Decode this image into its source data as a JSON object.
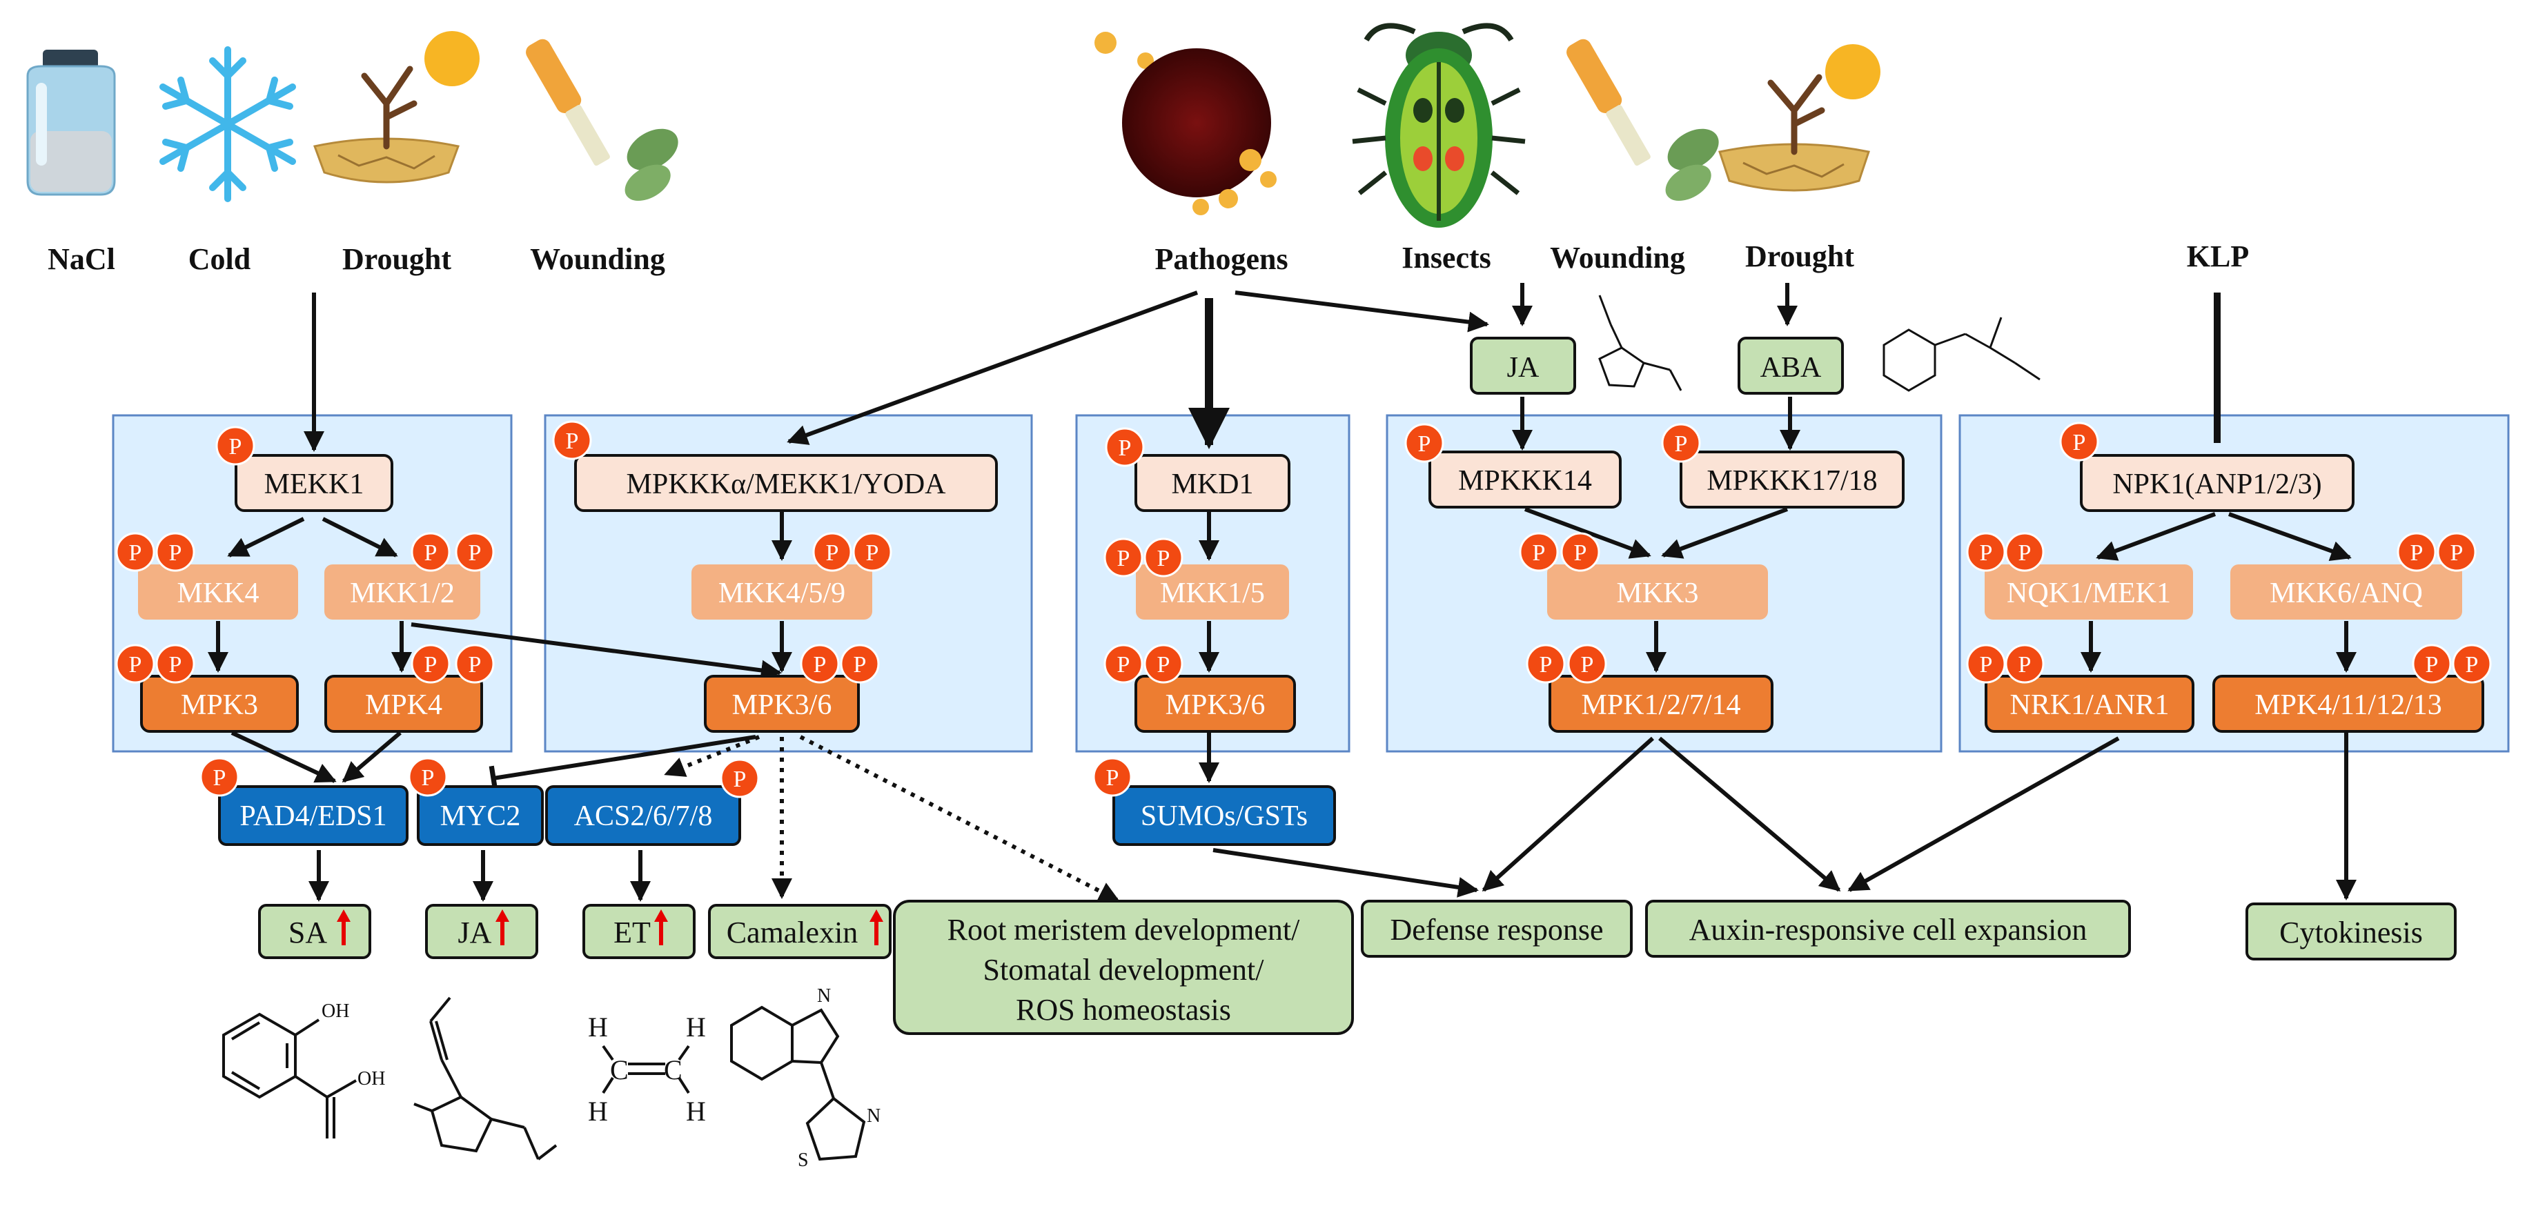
{
  "stimuli": {
    "nacl": "NaCl",
    "cold": "Cold",
    "drought_left": "Drought",
    "wounding_left": "Wounding",
    "pathogens": "Pathogens",
    "insects": "Insects",
    "wounding_right": "Wounding",
    "drought_right": "Drought",
    "klp": "KLP"
  },
  "phospho_label": "P",
  "hormones": {
    "ja": "JA",
    "aba": "ABA"
  },
  "kinases": {
    "mekk1": "MEKK1",
    "mkk4": "MKK4",
    "mkk1_2": "MKK1/2",
    "mpk3": "MPK3",
    "mpk4": "MPK4",
    "mpkkk_alpha": "MPKKKα/MEKK1/YODA",
    "mkk4_5_9": "MKK4/5/9",
    "mpk3_6_a": "MPK3/6",
    "mkd1": "MKD1",
    "mkk1_5": "MKK1/5",
    "mpk3_6_b": "MPK3/6",
    "mpkkk14": "MPKKK14",
    "mpkkk17_18": "MPKKK17/18",
    "mkk3": "MKK3",
    "mpk1_2_7_14": "MPK1/2/7/14",
    "npk1": "NPK1(ANP1/2/3)",
    "nqk1": "NQK1/MEK1",
    "mkk6": "MKK6/ANQ",
    "nrk1": "NRK1/ANR1",
    "mpk4_11": "MPK4/11/12/13"
  },
  "targets": {
    "pad4": "PAD4/EDS1",
    "myc2": "MYC2",
    "acs": "ACS2/6/7/8",
    "sumos": "SUMOs/GSTs"
  },
  "outputs": {
    "sa": "SA",
    "ja": "JA",
    "et": "ET",
    "camalexin": "Camalexin",
    "root_line1": "Root meristem development/",
    "root_line2": "Stomatal development/",
    "root_line3": "ROS homeostasis",
    "defense": "Defense response",
    "auxin": "Auxin-responsive cell expansion",
    "cytokinesis": "Cytokinesis"
  },
  "chem": {
    "oh": "OH",
    "h": "H",
    "c": "C",
    "n": "N",
    "s": "S"
  },
  "colors": {
    "panel_fill": "#dcefff",
    "panel_stroke": "#5b86c5",
    "kinase_light": "#fbe3d6",
    "kinase_mid": "#f4b183",
    "kinase_dark": "#ed7d31",
    "target_blue": "#1070c0",
    "output_green": "#c5e0b3",
    "phospho_red": "#f24a12",
    "up_arrow": "#e60000"
  },
  "icons": [
    "salt-jar-icon",
    "snowflake-icon",
    "dry-tree-icon",
    "knife-leaf-icon",
    "pathogen-spore-icon",
    "beetle-icon"
  ]
}
